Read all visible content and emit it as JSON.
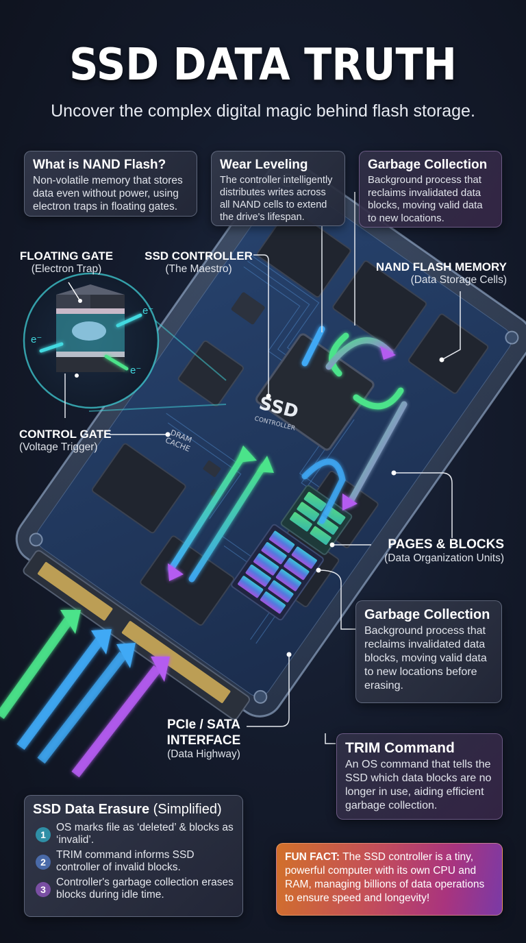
{
  "header": {
    "title": "SSD DATA TRUTH",
    "subtitle": "Uncover the complex digital magic behind flash storage."
  },
  "top_cards": [
    {
      "title": "What is NAND Flash?",
      "body": "Non-volatile memory that stores data even without power, using electron traps in floating gates."
    },
    {
      "title": "Wear Leveling",
      "body": "The controller intelligently distributes writes across all NAND cells to extend the drive's lifespan."
    },
    {
      "title": "Garbage Collection",
      "body": "Background process that reclaims invalidated data blocks, moving valid data to new locations."
    }
  ],
  "labels": {
    "floating_gate": {
      "title": "FLOATING GATE",
      "sub": "(Electron Trap)"
    },
    "ssd_controller": {
      "title": "SSD CONTROLLER",
      "sub": "(The Maestro)"
    },
    "nand_flash": {
      "title": "NAND FLASH MEMORY",
      "sub": "(Data Storage Cells)"
    },
    "control_gate": {
      "title": "CONTROL GATE",
      "sub": "(Voltage Trigger)"
    },
    "pages_blocks": {
      "title": "PAGES & BLOCKS",
      "sub": "(Data Organization Units)"
    },
    "interface": {
      "title_line1": "PCIe / SATA",
      "title_line2": "INTERFACE",
      "sub": "(Data Highway)"
    }
  },
  "diagram": {
    "controller_chip": {
      "line1": "SSD",
      "line2": "CONTROLLER"
    },
    "dram_chip": {
      "line1": "DRAM",
      "line2": "CACHE"
    },
    "electron_symbol": "e⁻"
  },
  "side_cards": [
    {
      "title": "Garbage Collection",
      "body": "Background process that reclaims invalidated data blocks, moving valid data to new locations before erasing."
    },
    {
      "title": "TRIM Command",
      "body": "An OS command that tells the SSD which data blocks are no longer in use, aiding efficient garbage collection."
    }
  ],
  "erasure": {
    "title_bold": "SSD Data Erasure",
    "title_light": "(Simplified)",
    "steps": [
      {
        "num": "1",
        "text": "OS marks file as ‘deleted’ & blocks as ‘invalid’.",
        "color": "#2f8fa6"
      },
      {
        "num": "2",
        "text": "TRIM command informs SSD controller of invalid blocks.",
        "color": "#4a6aa8"
      },
      {
        "num": "3",
        "text": "Controller's garbage collection erases blocks during idle time.",
        "color": "#7a4fa3"
      }
    ]
  },
  "fun_fact": {
    "label": "FUN FACT:",
    "text": " The SSD controller is a tiny, powerful computer with its own CPU and RAM, managing billions of data operations to ensure speed and longevity!"
  },
  "colors": {
    "background": "#141b2c",
    "accent_green": "#4be38a",
    "accent_blue": "#3fa9f5",
    "accent_purple": "#b45cf0",
    "accent_cyan": "#43d9e0",
    "fun_fact_orange": "#d2712a",
    "fun_fact_purple": "#7a3aa6"
  }
}
